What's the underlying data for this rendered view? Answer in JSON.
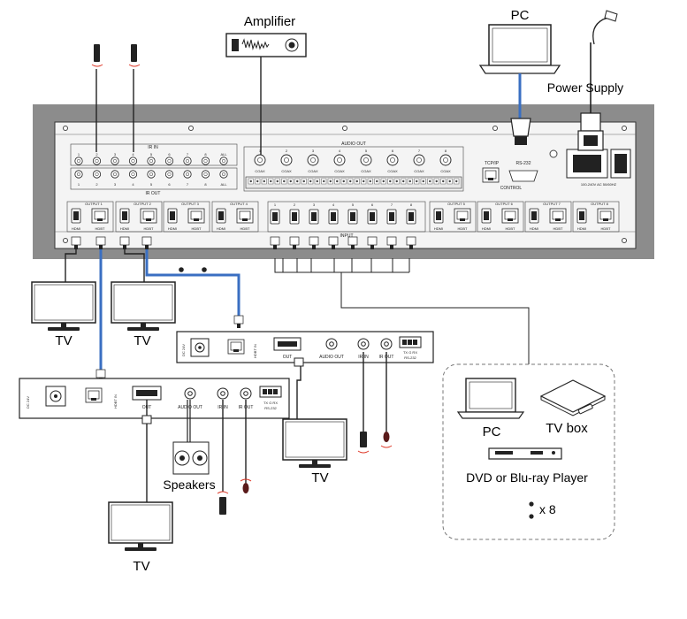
{
  "labels": {
    "amplifier": "Amplifier",
    "pc_top": "PC",
    "power_supply": "Power Supply",
    "tv": "TV",
    "speakers": "Speakers",
    "pc_source": "PC",
    "tv_box": "TV box",
    "dvd": "DVD or Blu-ray Player",
    "x8": "x 8"
  },
  "matrix": {
    "ir_in": "IR IN",
    "ir_out": "IR OUT",
    "audio_out": "AUDIO OUT",
    "ir_numbers": [
      "1",
      "2",
      "3",
      "4",
      "5",
      "6",
      "7",
      "8",
      "ALL"
    ],
    "coax_numbers": [
      "1",
      "2",
      "3",
      "4",
      "5",
      "6",
      "7",
      "8"
    ],
    "coax": "COAX",
    "tcpip": "TCP/IP",
    "rs232": "RS-232",
    "control": "CONTROL",
    "power_rating": "100-240V AC 50/60HZ",
    "input": "INPUT",
    "input_numbers": [
      "1",
      "2",
      "3",
      "4",
      "5",
      "6",
      "7",
      "8"
    ],
    "outputs": [
      "OUTPUT 1",
      "OUTPUT 2",
      "OUTPUT 3",
      "OUTPUT 4",
      "OUTPUT 5",
      "OUTPUT 6",
      "OUTPUT 7",
      "OUTPUT 8"
    ],
    "hdmi": "HDMI",
    "hdbt": "HDBT"
  },
  "receiver": {
    "dc24v": "DC 24V",
    "hdbt_in": "HDBT IN",
    "out": "OUT",
    "audio_out": "AUDIO OUT",
    "ir_in": "IR IN",
    "ir_out": "IR OUT",
    "tx_g_rx": "TX  G  RX",
    "rs232": "RS-232"
  },
  "colors": {
    "hdbt_cable": "#3a6fc2",
    "panel_frame": "#8c8c8c",
    "panel_face": "#f4f4f4"
  }
}
